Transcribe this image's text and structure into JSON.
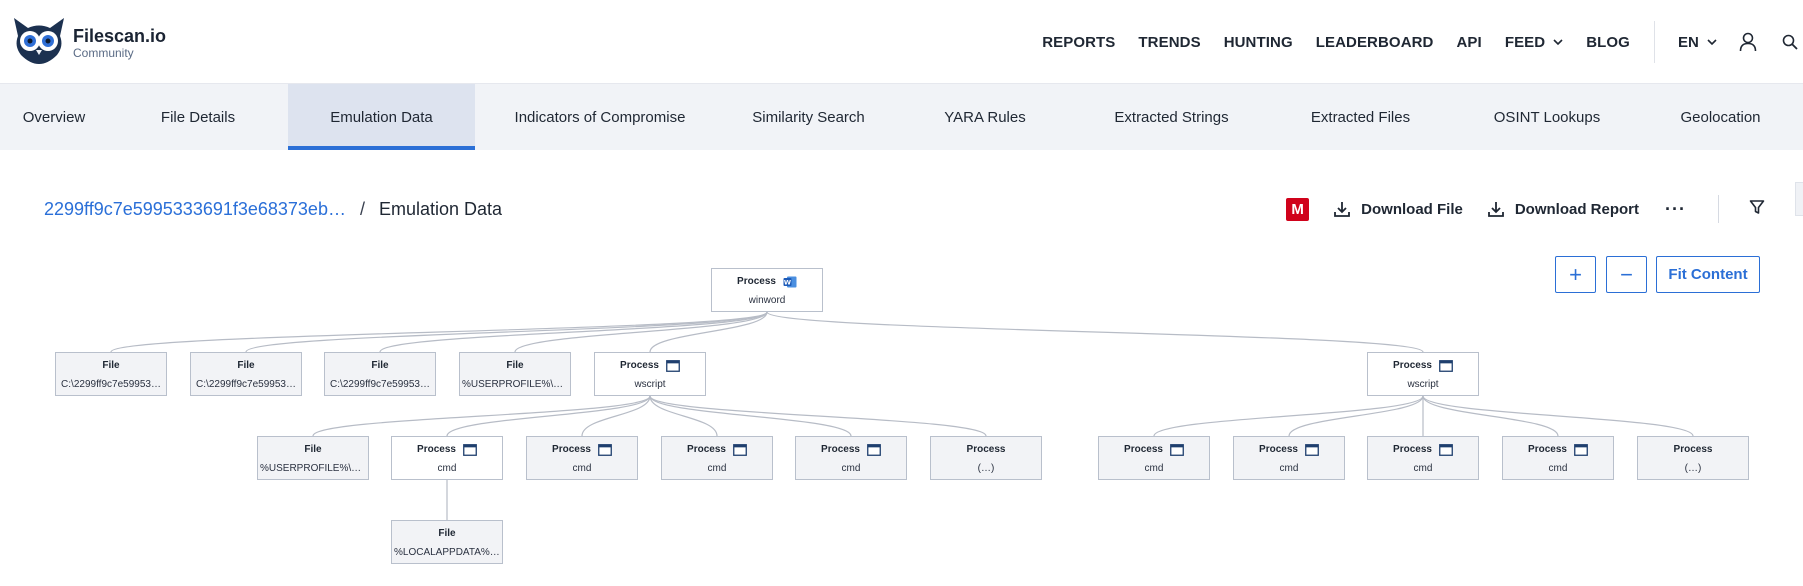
{
  "brand": {
    "name": "Filescan.io",
    "sub": "Community"
  },
  "nav": {
    "items": [
      "REPORTS",
      "TRENDS",
      "HUNTING",
      "LEADERBOARD",
      "API",
      "FEED",
      "BLOG"
    ],
    "lang": "EN"
  },
  "tabs": [
    "Overview",
    "File Details",
    "Emulation Data",
    "Indicators of Compromise",
    "Similarity Search",
    "YARA Rules",
    "Extracted Strings",
    "Extracted Files",
    "OSINT Lookups",
    "Geolocation"
  ],
  "active_tab": "Emulation Data",
  "breadcrumb": {
    "hash": "2299ff9c7e5995333691f3e68373eb…",
    "separator": "/",
    "current": "Emulation Data"
  },
  "actions": {
    "badge": "M",
    "download_file": "Download File",
    "download_report": "Download Report",
    "more": "···"
  },
  "zoom": {
    "in": "+",
    "out": "−",
    "fit": "Fit Content"
  },
  "colors": {
    "accent": "#2b6fd6",
    "badge": "#d0021b",
    "link": "#2a6fd8"
  },
  "graph": {
    "nodes": [
      {
        "id": "root",
        "type": "Process",
        "label": "winword",
        "icon": "word-icon"
      },
      {
        "id": "f1",
        "type": "File",
        "label": "C:\\2299ff9c7e59953…"
      },
      {
        "id": "f2",
        "type": "File",
        "label": "C:\\2299ff9c7e59953…"
      },
      {
        "id": "f3",
        "type": "File",
        "label": "C:\\2299ff9c7e59953…"
      },
      {
        "id": "f4",
        "type": "File",
        "label": "%USERPROFILE%\\Ro…"
      },
      {
        "id": "ws1",
        "type": "Process",
        "label": "wscript",
        "icon": "window-icon"
      },
      {
        "id": "ws2",
        "type": "Process",
        "label": "wscript",
        "icon": "window-icon"
      },
      {
        "id": "f5",
        "type": "File",
        "label": "%USERPROFILE%\\Ro…"
      },
      {
        "id": "c1",
        "type": "Process",
        "label": "cmd",
        "icon": "window-icon"
      },
      {
        "id": "c2",
        "type": "Process",
        "label": "cmd",
        "icon": "window-icon"
      },
      {
        "id": "c3",
        "type": "Process",
        "label": "cmd",
        "icon": "window-icon"
      },
      {
        "id": "c4",
        "type": "Process",
        "label": "cmd",
        "icon": "window-icon"
      },
      {
        "id": "e1",
        "type": "Process",
        "label": "(…)"
      },
      {
        "id": "c5",
        "type": "Process",
        "label": "cmd",
        "icon": "window-icon"
      },
      {
        "id": "c6",
        "type": "Process",
        "label": "cmd",
        "icon": "window-icon"
      },
      {
        "id": "c7",
        "type": "Process",
        "label": "cmd",
        "icon": "window-icon"
      },
      {
        "id": "c8",
        "type": "Process",
        "label": "cmd",
        "icon": "window-icon"
      },
      {
        "id": "e2",
        "type": "Process",
        "label": "(…)"
      },
      {
        "id": "f6",
        "type": "File",
        "label": "%LOCALAPPDATA%\\…"
      }
    ],
    "edges": [
      [
        "root",
        "f1"
      ],
      [
        "root",
        "f2"
      ],
      [
        "root",
        "f3"
      ],
      [
        "root",
        "f4"
      ],
      [
        "root",
        "ws1"
      ],
      [
        "root",
        "ws2"
      ],
      [
        "ws1",
        "f5"
      ],
      [
        "ws1",
        "c1"
      ],
      [
        "ws1",
        "c2"
      ],
      [
        "ws1",
        "c3"
      ],
      [
        "ws1",
        "c4"
      ],
      [
        "ws1",
        "e1"
      ],
      [
        "ws2",
        "c5"
      ],
      [
        "ws2",
        "c6"
      ],
      [
        "ws2",
        "c7"
      ],
      [
        "ws2",
        "c8"
      ],
      [
        "ws2",
        "e2"
      ],
      [
        "c1",
        "f6"
      ]
    ]
  }
}
